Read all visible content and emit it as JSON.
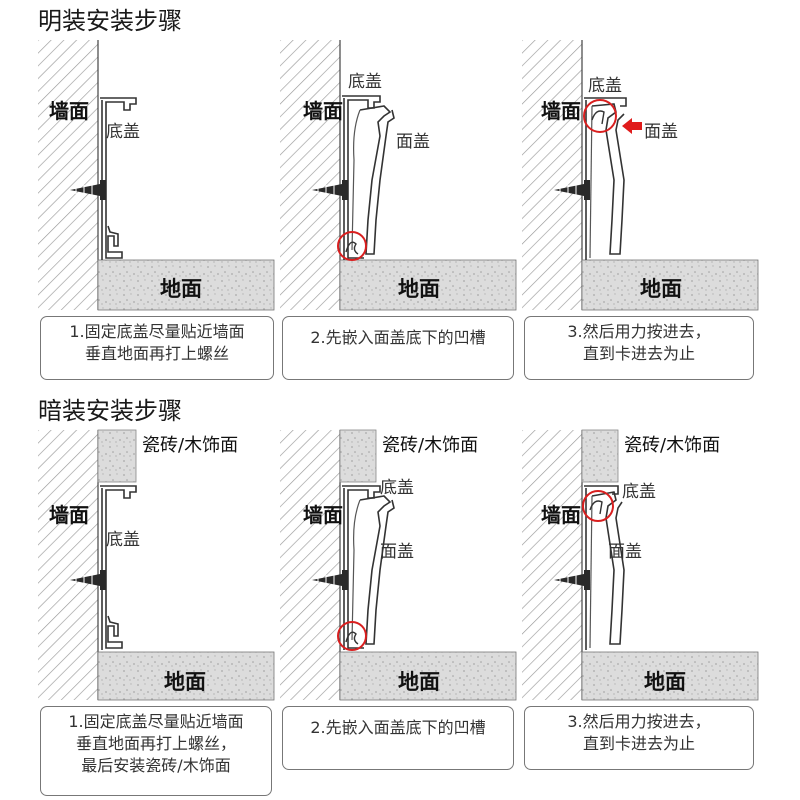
{
  "sections": [
    {
      "title": "明装安装步骤",
      "panels": [
        {
          "step": 1,
          "labels": {
            "wall": "墙面",
            "base": "底盖",
            "floor": "地面"
          },
          "caption": [
            "1.固定底盖尽量贴近墙面",
            "垂直地面再打上螺丝"
          ]
        },
        {
          "step": 2,
          "labels": {
            "wall": "墙面",
            "base": "底盖",
            "cover": "面盖",
            "floor": "地面"
          },
          "caption": [
            "2.先嵌入面盖底下的凹槽"
          ]
        },
        {
          "step": 3,
          "labels": {
            "wall": "墙面",
            "base": "底盖",
            "cover": "面盖",
            "floor": "地面"
          },
          "caption": [
            "3.然后用力按进去，",
            "直到卡进去为止"
          ]
        }
      ]
    },
    {
      "title": "暗装安装步骤",
      "panels": [
        {
          "step": 1,
          "labels": {
            "wall": "墙面",
            "tile": "瓷砖/木饰面",
            "base": "底盖",
            "floor": "地面"
          },
          "caption": [
            "1.固定底盖尽量贴近墙面",
            "垂直地面再打上螺丝，",
            "最后安装瓷砖/木饰面"
          ]
        },
        {
          "step": 2,
          "labels": {
            "wall": "墙面",
            "tile": "瓷砖/木饰面",
            "base": "底盖",
            "cover": "面盖",
            "floor": "地面"
          },
          "caption": [
            "2.先嵌入面盖底下的凹槽"
          ]
        },
        {
          "step": 3,
          "labels": {
            "wall": "墙面",
            "tile": "瓷砖/木饰面",
            "base": "底盖",
            "cover": "面盖",
            "floor": "地面"
          },
          "caption": [
            "3.然后用力按进去，",
            "直到卡进去为止"
          ]
        }
      ]
    }
  ],
  "colors": {
    "highlight_circle": "#d91f1f",
    "press_arrow": "#e01b1b",
    "floor_fill": "#d9d9d9",
    "hatch": "#9a9a9a"
  },
  "icons": [
    "screw-icon",
    "press-arrow-icon",
    "highlight-circle-icon"
  ]
}
